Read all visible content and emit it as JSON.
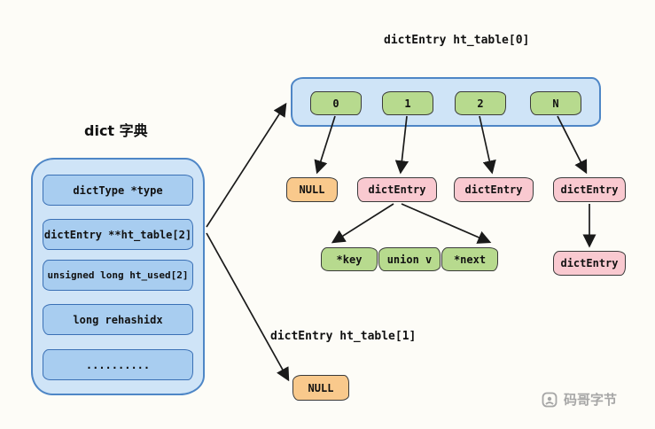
{
  "title": "dict 字典",
  "dict_struct": {
    "fields": [
      "dictType *type",
      "dictEntry **ht_table[2]",
      "unsigned long ht_used[2]",
      "long rehashidx",
      ".........."
    ]
  },
  "ht_table0": {
    "label": "dictEntry ht_table[0]",
    "slots": [
      "0",
      "1",
      "2",
      "N"
    ]
  },
  "ht_table1": {
    "label": "dictEntry ht_table[1]",
    "null_label": "NULL"
  },
  "entries": {
    "null_slot0": "NULL",
    "entry_slot1": "dictEntry",
    "entry_slot2": "dictEntry",
    "entry_slotN": "dictEntry",
    "entry_slotN_next": "dictEntry"
  },
  "entry_detail": {
    "fields": [
      "*key",
      "union v",
      "*next"
    ]
  },
  "watermark": "码哥字节",
  "colors": {
    "container_blue": "#cfe4f7",
    "row_blue": "#a8cdf0",
    "green": "#b7da8e",
    "orange": "#f9c98c",
    "pink": "#f9c9d0",
    "arrow": "#1a1a1a"
  }
}
